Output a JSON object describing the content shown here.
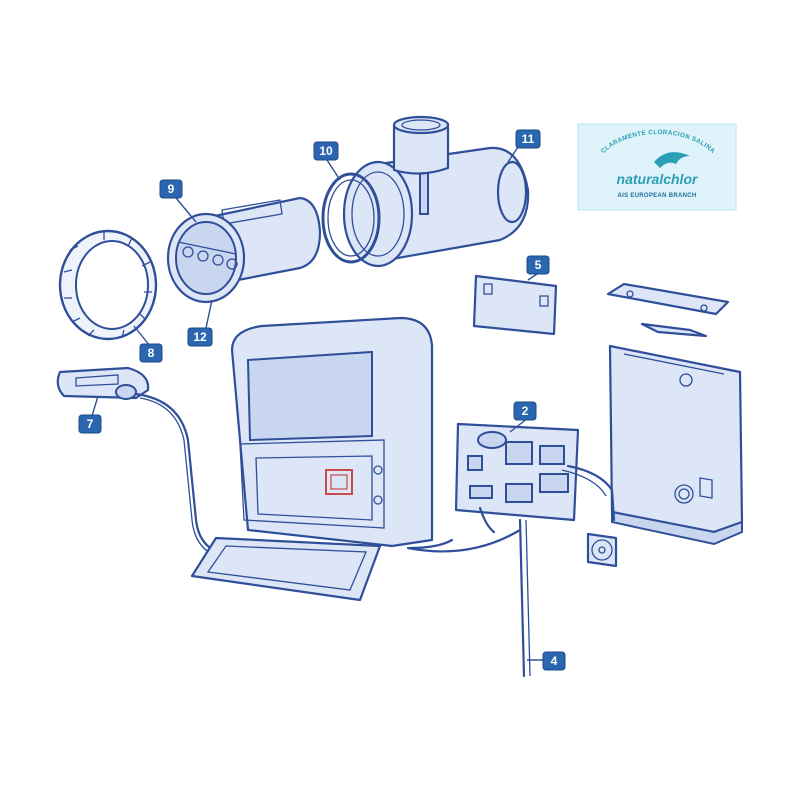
{
  "logo": {
    "arc_text": "CLARAMENTE CLORACION SALINA",
    "brand_name": "naturalchlor",
    "branch_text": "AIS EUROPEAN BRANCH",
    "colors": {
      "teal": "#2a9fb5",
      "navy": "#1f6d9a",
      "background": "#dff3fa"
    }
  },
  "callouts": [
    {
      "id": "2",
      "label": "2"
    },
    {
      "id": "4",
      "label": "4"
    },
    {
      "id": "5",
      "label": "5"
    },
    {
      "id": "7",
      "label": "7"
    },
    {
      "id": "8",
      "label": "8"
    },
    {
      "id": "9",
      "label": "9"
    },
    {
      "id": "10",
      "label": "10"
    },
    {
      "id": "11",
      "label": "11"
    },
    {
      "id": "12",
      "label": "12"
    }
  ],
  "colors": {
    "line": "#2f4f9a",
    "callout": "#2a67b0",
    "part_fill": "#dde6f6"
  }
}
